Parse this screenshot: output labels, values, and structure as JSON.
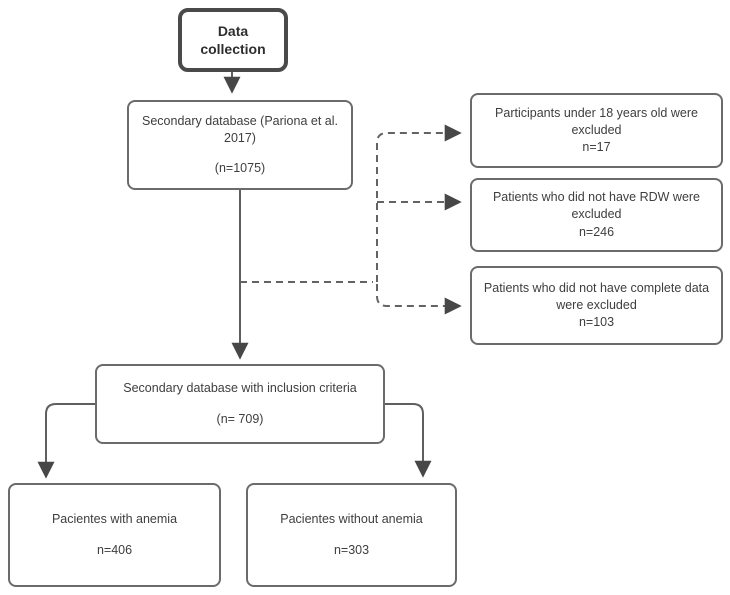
{
  "diagram_type": "flowchart",
  "colors": {
    "background": "#ffffff",
    "box_border": "#6b6b6b",
    "start_box_border": "#4a4a4a",
    "line": "#5f5f5f",
    "arrowhead": "#474747",
    "text": "#3e3e3e"
  },
  "nodes": {
    "data_collection": {
      "label": "Data collection"
    },
    "source_database": {
      "label": "Secondary database (Pariona et al. 2017)",
      "n": "(n=1075)"
    },
    "excluded_age": {
      "label": "Participants under 18 years old were excluded",
      "n": "n=17"
    },
    "excluded_rdw": {
      "label": "Patients who did not have RDW were excluded",
      "n": "n=246"
    },
    "excluded_incomplete": {
      "label": "Patients who did not have complete data were excluded",
      "n": "n=103"
    },
    "inclusion_database": {
      "label": "Secondary database with inclusion criteria",
      "n": "(n= 709)"
    },
    "with_anemia": {
      "label": "Pacientes with anemia",
      "n": "n=406"
    },
    "without_anemia": {
      "label": "Pacientes without anemia",
      "n": "n=303"
    }
  }
}
